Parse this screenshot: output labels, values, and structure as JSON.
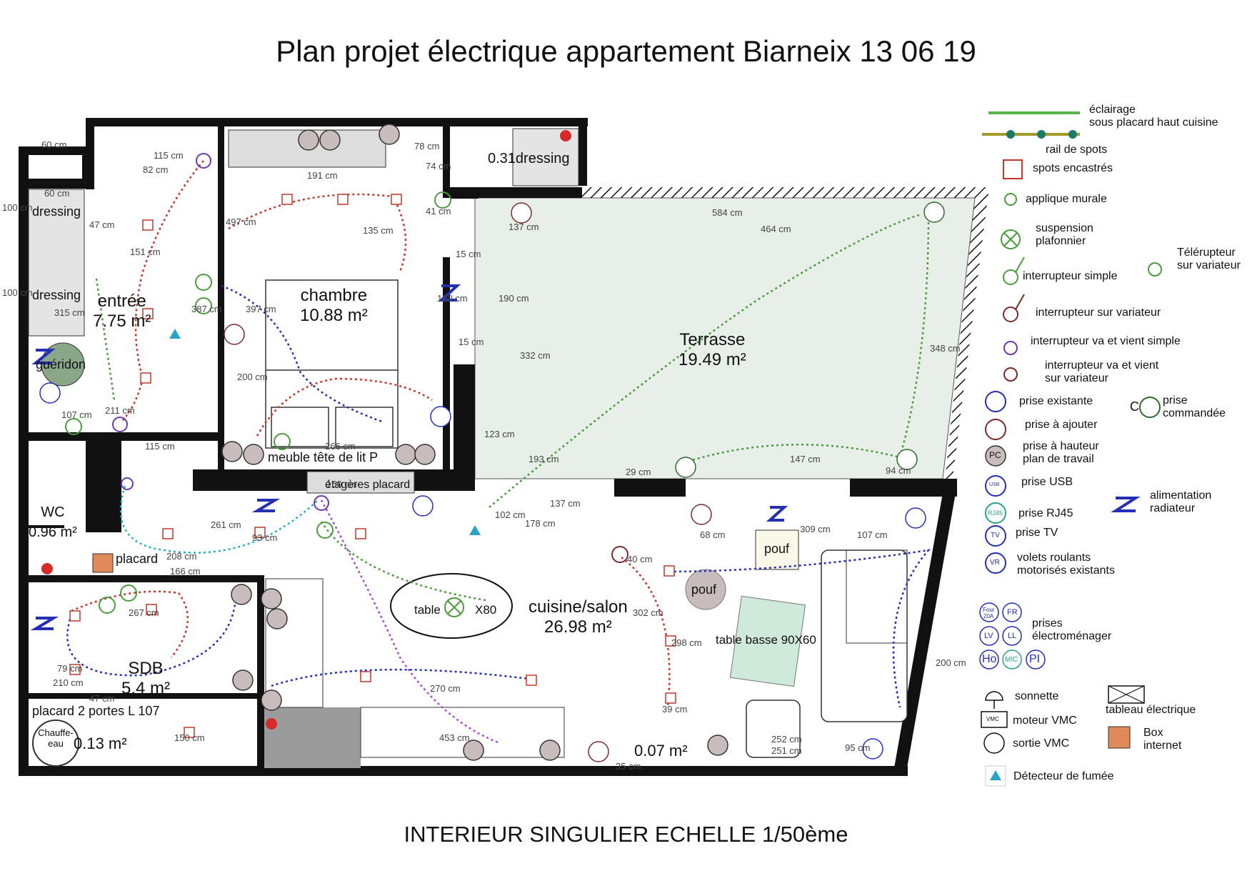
{
  "title": "Plan projet électrique appartement Biarneix  13 06 19",
  "footer": "INTERIEUR SINGULIER ECHELLE 1/50ème",
  "colors": {
    "wall": "#111111",
    "terrace_fill": "#e8efe9",
    "green_circuit": "#4a9c3c",
    "red_circuit": "#c0392b",
    "blue_circuit": "#2430b3",
    "cyan_circuit": "#27b0c6",
    "purple_circuit": "#a64bd1",
    "socket_pc": "#c9bcbc",
    "box_internet": "#e08a5a",
    "smoke": "#2aa3c9"
  },
  "rooms": {
    "entree": {
      "name": "entrée",
      "area": "7.75 m²"
    },
    "chambre": {
      "name": "chambre",
      "area": "10.88 m²"
    },
    "terrasse": {
      "name": "Terrasse",
      "area": "19.49 m²"
    },
    "cuisine": {
      "name": "cuisine/salon",
      "area": "26.98 m²"
    },
    "sdb": {
      "name": "SDB",
      "area": "5.4 m²"
    },
    "wc": {
      "name": "WC",
      "area": "0.96 m²"
    },
    "dressing_label": "0.31dressing",
    "small_area_1": "0.13 m²",
    "small_area_2": "0.07 m²"
  },
  "fixtures": {
    "dressing1": "dressing",
    "dressing2": "dressing",
    "gueridon": "guéridon",
    "placard": "placard",
    "placard2": "placard 2 portes L 107",
    "chauffe_eau": "Chauffe-eau",
    "meuble_tete": "meuble tête de lit P",
    "etageres": "étagères placard",
    "table": "table",
    "table_size": "X80",
    "pouf1": "pouf",
    "pouf2": "pouf",
    "table_basse": "table basse 90X60"
  },
  "dimensions": [
    "60 cm",
    "115 cm",
    "82 cm",
    "60 cm",
    "47 cm",
    "151 cm",
    "497 cm",
    "191 cm",
    "78 cm",
    "74 cm",
    "41 cm",
    "100 cm",
    "100 cm",
    "315 cm",
    "387 cm",
    "397 cm",
    "200 cm",
    "135 cm",
    "584 cm",
    "464 cm",
    "137 cm",
    "190 cm",
    "332 cm",
    "348 cm",
    "15 cm",
    "160 cm",
    "15 cm",
    "123 cm",
    "193 cm",
    "29 cm",
    "147 cm",
    "94 cm",
    "211 cm",
    "107 cm",
    "115 cm",
    "266 cm",
    "160 cm",
    "137 cm",
    "178 cm",
    "102 cm",
    "93 cm",
    "208 cm",
    "166 cm",
    "261 cm",
    "267 cm",
    "79 cm",
    "210 cm",
    "47 cm",
    "150 cm",
    "270 cm",
    "453 cm",
    "309 cm",
    "107 cm",
    "302 cm",
    "298 cm",
    "200 cm",
    "252 cm",
    "251 cm",
    "95 cm",
    "35 cm",
    "40 cm",
    "39 cm",
    "68 cm"
  ],
  "legend": {
    "eclairage": "éclairage",
    "eclairage2": "sous placard haut cuisine",
    "rail": "rail de spots",
    "spots": "spots encastrés",
    "applique": "applique murale",
    "suspension": "suspension",
    "suspension2": "plafonnier",
    "telerupteur": "Télérupteur",
    "telerupteur2": "sur variateur",
    "inter_simple": "interrupteur simple",
    "inter_var": "interrupteur sur variateur",
    "inter_vv": "interrupteur va et vient simple",
    "inter_vv_var": "interrupteur va et vient",
    "inter_vv_var2": "sur variateur",
    "prise_existante": "prise existante",
    "prise_commandee": "prise",
    "prise_commandee2": "commandée",
    "prise_ajouter": "prise à ajouter",
    "prise_hauteur": "prise à hauteur",
    "prise_hauteur2": "plan de travail",
    "prise_usb": "prise USB",
    "alim_radiateur": "alimentation",
    "alim_radiateur2": "radiateur",
    "prise_rj45": "prise RJ45",
    "prise_tv": "prise TV",
    "volets": "volets roulants",
    "volets2": "motorisés existants",
    "prises_electro": "prises",
    "prises_electro2": "électroménager",
    "sonnette": "sonnette",
    "tableau": "tableau électrique",
    "moteur_vmc": "moteur VMC",
    "sortie_vmc": "sortie VMC",
    "box": "Box",
    "box2": "internet",
    "detecteur": "Détecteur de fumée"
  },
  "symbols": {
    "pc": "PC",
    "rj45": "RJ45",
    "tv": "TV",
    "vr": "VR",
    "usb": "USB",
    "four": "Four",
    "a20": "20A",
    "fr": "FR",
    "lv": "LV",
    "ll": "LL",
    "ho": "Ho",
    "mic": "MIC",
    "pi": "PI",
    "c": "C",
    "vmc": "VMC"
  }
}
